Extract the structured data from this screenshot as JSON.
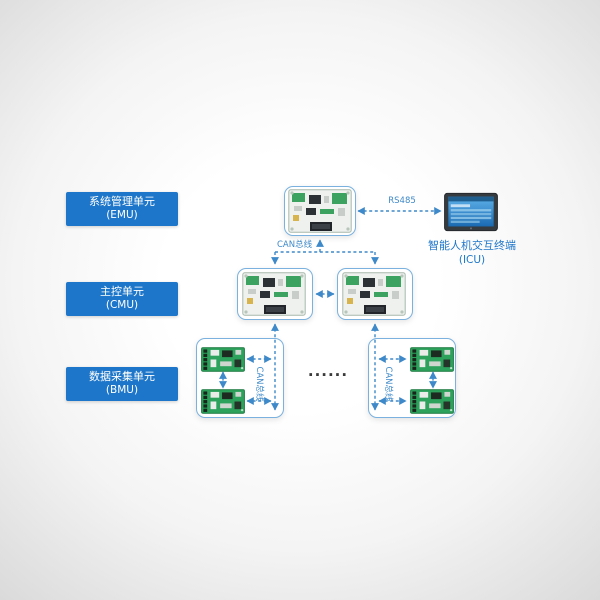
{
  "legend": {
    "emu": {
      "title": "系统管理单元",
      "subtitle": "(EMU)"
    },
    "cmu": {
      "title": "主控单元",
      "subtitle": "(CMU)"
    },
    "bmu": {
      "title": "数据采集单元",
      "subtitle": "(BMU)"
    }
  },
  "icu": {
    "title": "智能人机交互终端",
    "subtitle": "(ICU)"
  },
  "links": {
    "rs485": "RS485",
    "can_top": "CAN总线",
    "can_left": "CAN总线",
    "can_right": "CAN总线"
  },
  "ellipsis": "······",
  "colors": {
    "accent_blue": "#1d76c9",
    "line_blue": "#3e89c9",
    "border_blue": "#7ab1de",
    "pcb_green": "#2da25c",
    "hmi_screen_blue": "#2f8fd6",
    "background_edge": "#d9d9d9"
  }
}
